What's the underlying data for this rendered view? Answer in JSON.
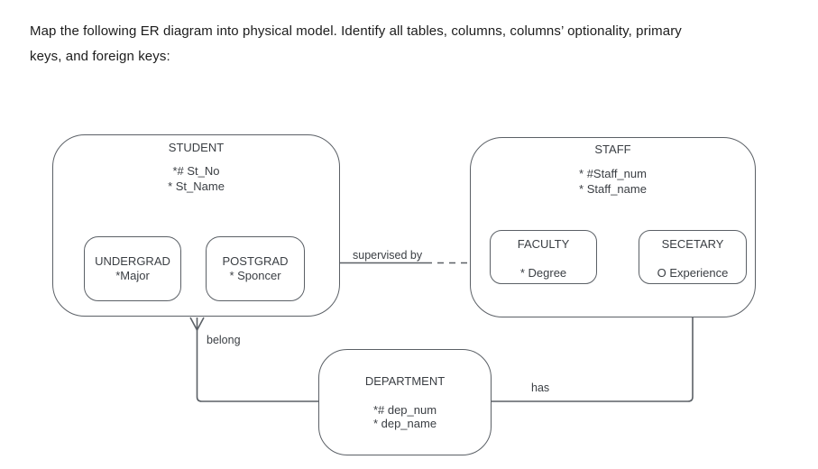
{
  "instruction": {
    "line1": "Map the following ER diagram into physical model. Identify all tables, columns, columns’ optionality, primary",
    "line2": "keys, and foreign keys:"
  },
  "diagram": {
    "entities": {
      "student": {
        "title": "STUDENT",
        "attrs": [
          "*# St_No",
          "* St_Name"
        ]
      },
      "undergrad": {
        "title": "UNDERGRAD",
        "attrs": [
          "*Major"
        ]
      },
      "postgrad": {
        "title": "POSTGRAD",
        "attrs": [
          "* Sponcer"
        ]
      },
      "staff": {
        "title": "STAFF",
        "attrs": [
          "* #Staff_num",
          "* Staff_name"
        ]
      },
      "faculty": {
        "title": "FACULTY",
        "attrs": [
          "* Degree"
        ]
      },
      "secetary": {
        "title": "SECETARY",
        "attrs": [
          "O Experience"
        ]
      },
      "department": {
        "title": "DEPARTMENT",
        "attrs": [
          "*# dep_num",
          "* dep_name"
        ]
      }
    },
    "relationships": {
      "supervised_by": {
        "label": "supervised by",
        "from": "POSTGRAD",
        "to": "FACULTY",
        "line_style": "solid-then-dashed",
        "crow_foot_at": "POSTGRAD"
      },
      "belong": {
        "label": "belong",
        "from": "STUDENT",
        "to": "DEPARTMENT",
        "line_style": "solid",
        "crow_foot_at": "STUDENT"
      },
      "has": {
        "label": "has",
        "from": "SECETARY",
        "to": "DEPARTMENT",
        "line_style": "solid"
      }
    },
    "colors": {
      "line": "#5b6066",
      "diagram_text": "#3a3e43",
      "instruction_text": "#1c1c1c",
      "background": "#ffffff"
    }
  }
}
